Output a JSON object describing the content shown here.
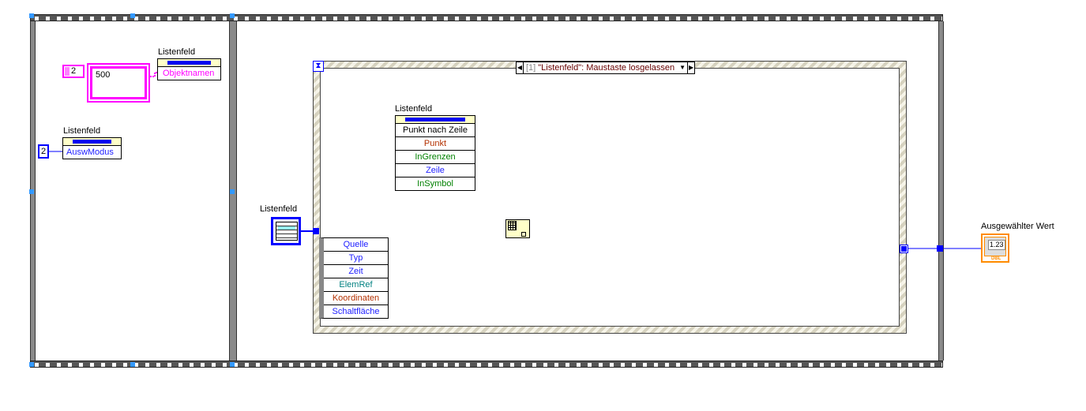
{
  "left_frame": {
    "array_index": "2",
    "array_value": "500",
    "property_node_1": {
      "label": "Listenfeld",
      "property": "Objektnamen"
    },
    "property_node_2": {
      "label": "Listenfeld",
      "property": "AuswModus"
    },
    "mode_constant": "2"
  },
  "event_structure": {
    "selector": "[1] \"Listenfeld\": Maustaste losgelassen",
    "selector_index": "[1]",
    "selector_text": "\"Listenfeld\": Maustaste losgelassen",
    "control_terminal_label": "Listenfeld",
    "event_data": [
      "Quelle",
      "Typ",
      "Zeit",
      "ElemRef",
      "Koordinaten",
      "Schaltfläche"
    ],
    "invoke_node": {
      "label": "Listenfeld",
      "method": "Punkt nach Zeile",
      "params": [
        "Punkt",
        "InGrenzen",
        "Zeile",
        "InSymbol"
      ]
    }
  },
  "indicator": {
    "label": "Ausgewählter Wert",
    "value": "1.23",
    "type": "DBL"
  },
  "colors": {
    "int_wire": "#0000ff",
    "cluster_wire": "#a0400a",
    "string_wire": "#ff00ff",
    "dbl_indicator": "#ff8c00",
    "event_border": "#d6d2bf"
  }
}
